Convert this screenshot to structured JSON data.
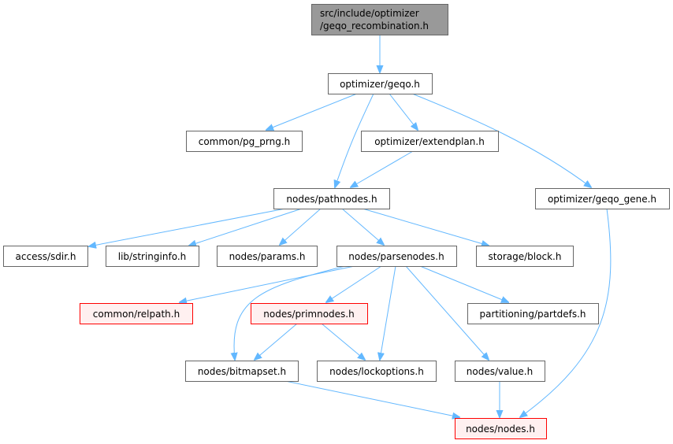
{
  "graph": {
    "root": {
      "line1": "src/include/optimizer",
      "line2": "/geqo_recombination.h"
    },
    "nodes": {
      "geqo": "optimizer/geqo.h",
      "pg_prng": "common/pg_prng.h",
      "extendplan": "optimizer/extendplan.h",
      "pathnodes": "nodes/pathnodes.h",
      "geqo_gene": "optimizer/geqo_gene.h",
      "sdir": "access/sdir.h",
      "stringinfo": "lib/stringinfo.h",
      "params": "nodes/params.h",
      "parsenodes": "nodes/parsenodes.h",
      "block": "storage/block.h",
      "relpath": "common/relpath.h",
      "primnodes": "nodes/primnodes.h",
      "partdefs": "partitioning/partdefs.h",
      "bitmapset": "nodes/bitmapset.h",
      "lockoptions": "nodes/lockoptions.h",
      "value": "nodes/value.h",
      "nodes": "nodes/nodes.h"
    },
    "colors": {
      "edge": "#63b8ff",
      "root_fill": "#999999",
      "incomplete_border": "#ff0000",
      "incomplete_fill": "#fff0f0"
    }
  }
}
